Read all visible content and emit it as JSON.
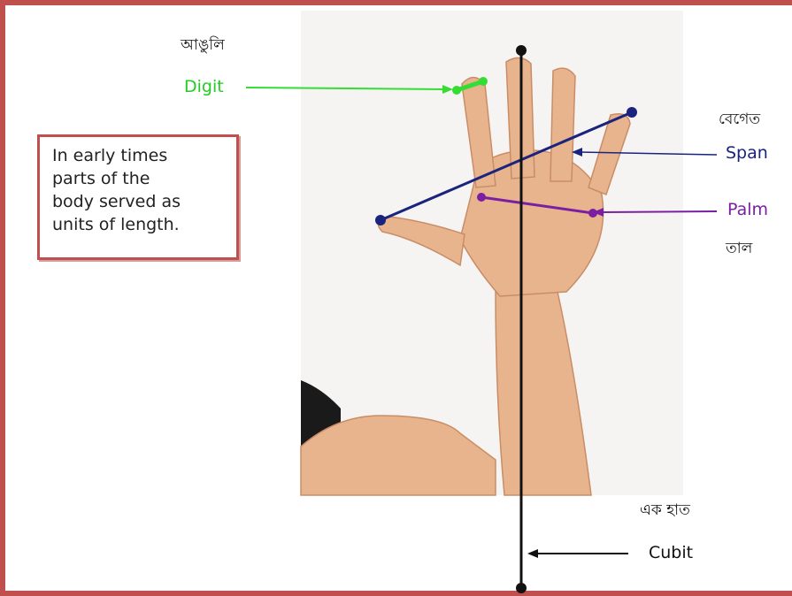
{
  "note": {
    "lines": [
      "In early times",
      "parts of the",
      "body served as",
      "units of length."
    ]
  },
  "labels": {
    "digit_bn": "আঙুলি",
    "digit_en": "Digit",
    "span_bn": "বেগেত",
    "span_en": "Span",
    "palm_en": "Palm",
    "palm_bn": "তাল",
    "cubit_bn": "এক হাত",
    "cubit_en": "Cubit"
  },
  "colors": {
    "frame": "#c0504d",
    "digit": "#33dd33",
    "span": "#1a237e",
    "palm": "#7b1fa2",
    "cubit": "#111111"
  }
}
